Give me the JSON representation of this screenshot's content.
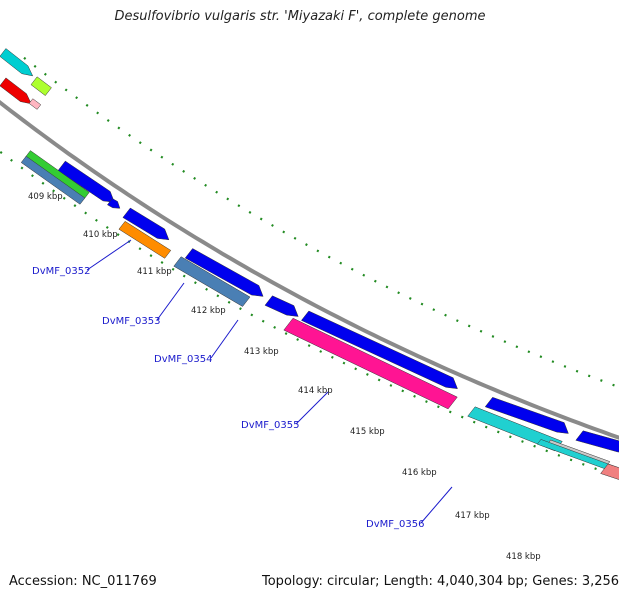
{
  "header": {
    "title": "Desulfovibrio vulgaris str. 'Miyazaki F', complete genome"
  },
  "footer": {
    "accession": "Accession: NC_011769",
    "summary": "Topology: circular; Length: 4,040,304 bp; Genes: 3,256"
  },
  "colors": {
    "backbone": "#8a8a8a",
    "ticks": "#228b22",
    "gene_forward": "#0000ee",
    "cds_steelblue": "#4a7fb4",
    "cds_orange": "#ff8c00",
    "cds_magenta": "#ff1493",
    "cds_cyan": "#20d0d0",
    "cds_green": "#33cc33",
    "cds_salmon": "#f08080",
    "label": "#1a1acc"
  },
  "scale": {
    "kbp_labels": [
      "409 kbp",
      "410 kbp",
      "411 kbp",
      "412 kbp",
      "413 kbp",
      "414 kbp",
      "415 kbp",
      "416 kbp",
      "417 kbp",
      "418 kbp"
    ]
  },
  "genes": {
    "labels": [
      "DvMF_0352",
      "DvMF_0353",
      "DvMF_0354",
      "DvMF_0355",
      "DvMF_0356"
    ]
  }
}
